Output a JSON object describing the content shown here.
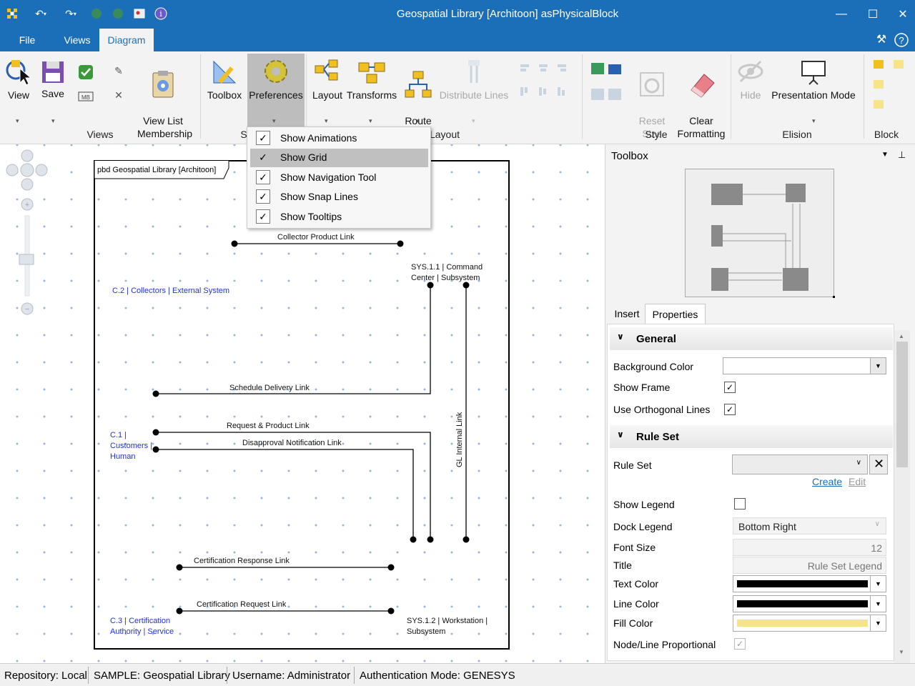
{
  "window": {
    "title": "Geospatial Library [Architoon] asPhysicalBlock"
  },
  "menu": {
    "tabs": [
      {
        "label": "File"
      },
      {
        "label": "Views"
      },
      {
        "label": "Diagram"
      }
    ]
  },
  "ribbon": {
    "view": "View",
    "save": "Save",
    "view_list_membership": "View List\nMembership",
    "toolbox": "Toolbox",
    "preferences": "Preferences",
    "layout": "Layout",
    "transforms": "Transforms",
    "route_lines": "Route\nLines",
    "distribute_lines": "Distribute Lines",
    "reset_size": "Reset\nSize",
    "clear_formatting": "Clear\nFormatting",
    "hide": "Hide",
    "presentation_mode": "Presentation Mode",
    "groups": {
      "views": "Views",
      "s": "S",
      "layout": "Layout",
      "style": "Style",
      "elision": "Elision",
      "block": "Block"
    }
  },
  "preferences_menu": {
    "items": [
      {
        "label": "Show Animations",
        "checked": true
      },
      {
        "label": "Show Grid",
        "checked": true
      },
      {
        "label": "Show Navigation Tool",
        "checked": true
      },
      {
        "label": "Show Snap Lines",
        "checked": true
      },
      {
        "label": "Show Tooltips",
        "checked": true
      }
    ],
    "check_glyph": "✓"
  },
  "diagram": {
    "frame_title": "pbd Geospatial Library [Architoon]",
    "labels": {
      "collector_product_link": "Collector Product Link",
      "sys11_a": "SYS.1.1 | Command",
      "sys11_b": "Center | Subsystem",
      "c2": "C.2 | Collectors | External System",
      "schedule_delivery_link": "Schedule Delivery Link",
      "c1_a": "C.1 |",
      "c1_b": "Customers |",
      "c1_c": "Human",
      "request_product_link": "Request & Product Link",
      "disapproval_notification_link": "Disapproval Notification Link",
      "gl_internal_link": "GL Internal Link",
      "certification_response_link": "Certification Response Link",
      "certification_request_link": "Certification Request Link",
      "c3_a": "C.3 | Certification",
      "c3_b": "Authority | Service",
      "sys12_a": "SYS.1.2 | Workstation |",
      "sys12_b": "Subsystem"
    }
  },
  "panel": {
    "header": "Toolbox",
    "tabs": [
      {
        "label": "Insert"
      },
      {
        "label": "Properties"
      }
    ],
    "general": {
      "title": "General",
      "background_color": "Background Color",
      "show_frame": "Show Frame",
      "show_frame_checked": true,
      "use_orthogonal_lines": "Use Orthogonal Lines",
      "use_orthogonal_lines_checked": true
    },
    "rule_set": {
      "title": "Rule Set",
      "rule_set_label": "Rule Set",
      "create": "Create",
      "edit": "Edit",
      "show_legend": "Show Legend",
      "dock_legend": "Dock Legend",
      "dock_legend_value": "Bottom Right",
      "font_size": "Font Size",
      "font_size_value": "12",
      "title_label": "Title",
      "title_value": "Rule Set Legend",
      "text_color": "Text Color",
      "text_color_value": "#000000",
      "line_color": "Line Color",
      "line_color_value": "#000000",
      "fill_color": "Fill Color",
      "fill_color_value": "#f5e48a",
      "node_line_proportional": "Node/Line Proportional",
      "node_line_proportional_checked": true
    }
  },
  "status": {
    "repository": "Repository: Local",
    "sample": "SAMPLE: Geospatial Library",
    "username": "Username: Administrator",
    "auth": "Authentication Mode: GENESYS"
  },
  "colors": {
    "accent": "#1b6fb8",
    "menu_highlight": "#c0c0c0",
    "diagram_link_text": "#2233cc"
  }
}
